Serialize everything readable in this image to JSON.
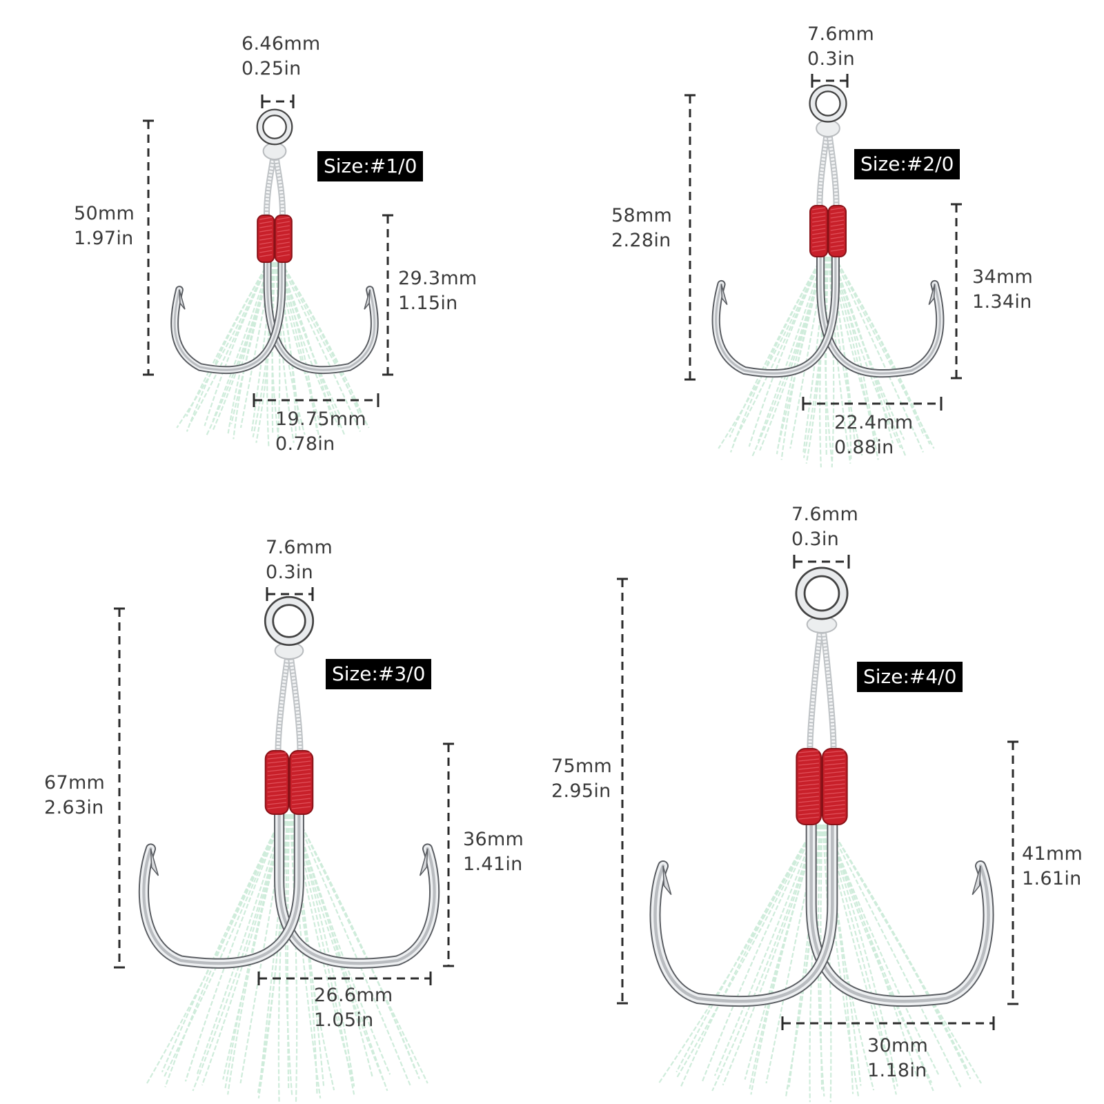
{
  "colors": {
    "steel": "#b9bcc0",
    "thread": "#c8202a",
    "flash": "#bfe6cf",
    "dim_line": "#2a2a2a",
    "badge_bg": "#000000"
  },
  "panels": [
    {
      "size": "Size:#1/0",
      "eye": {
        "mm": "6.46mm",
        "in": "0.25in"
      },
      "total": {
        "mm": "50mm",
        "in": "1.97in"
      },
      "gap": {
        "mm": "29.3mm",
        "in": "1.15in"
      },
      "width": {
        "mm": "19.75mm",
        "in": "0.78in"
      }
    },
    {
      "size": "Size:#2/0",
      "eye": {
        "mm": "7.6mm",
        "in": "0.3in"
      },
      "total": {
        "mm": "58mm",
        "in": "2.28in"
      },
      "gap": {
        "mm": "34mm",
        "in": "1.34in"
      },
      "width": {
        "mm": "22.4mm",
        "in": "0.88in"
      }
    },
    {
      "size": "Size:#3/0",
      "eye": {
        "mm": "7.6mm",
        "in": "0.3in"
      },
      "total": {
        "mm": "67mm",
        "in": "2.63in"
      },
      "gap": {
        "mm": "36mm",
        "in": "1.41in"
      },
      "width": {
        "mm": "26.6mm",
        "in": "1.05in"
      }
    },
    {
      "size": "Size:#4/0",
      "eye": {
        "mm": "7.6mm",
        "in": "0.3in"
      },
      "total": {
        "mm": "75mm",
        "in": "2.95in"
      },
      "gap": {
        "mm": "41mm",
        "in": "1.61in"
      },
      "width": {
        "mm": "30mm",
        "in": "1.18in"
      }
    }
  ]
}
